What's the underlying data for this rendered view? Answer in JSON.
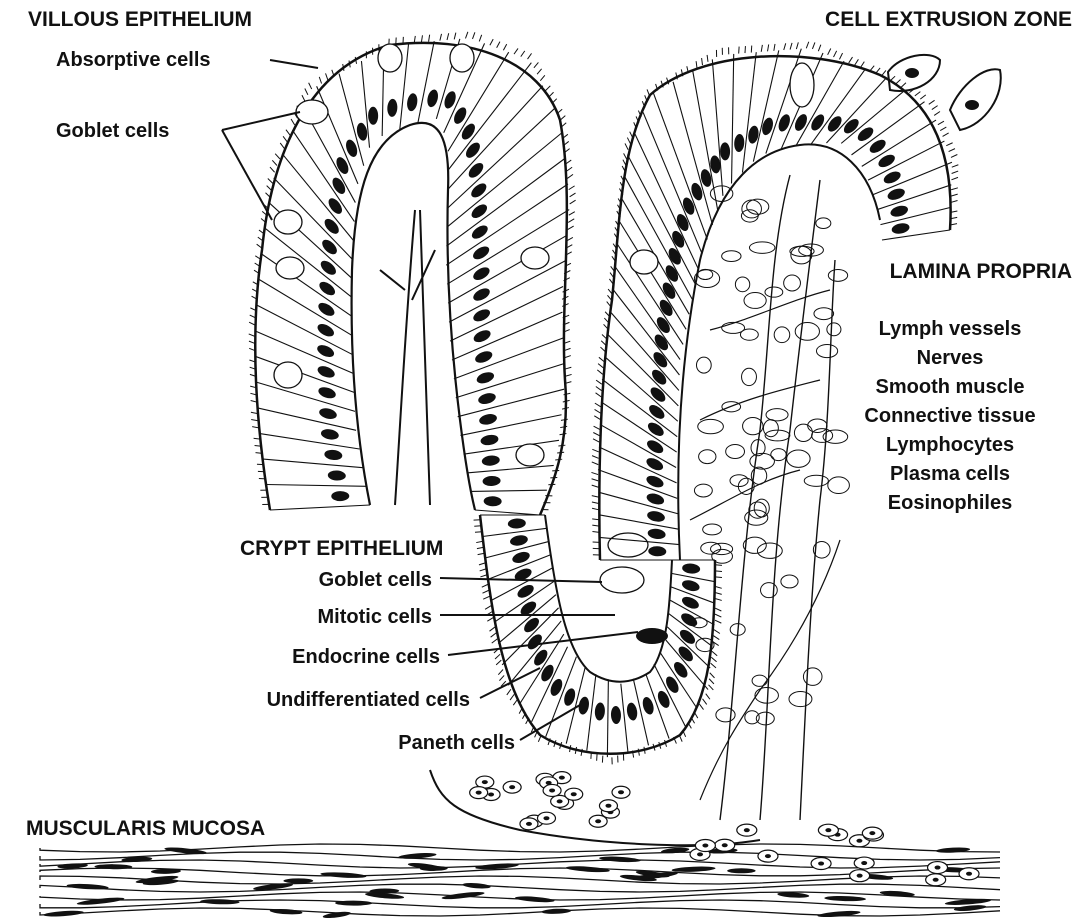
{
  "labels": {
    "villous_epithelium": "VILLOUS EPITHELIUM",
    "absorptive_cells": "Absorptive cells",
    "goblet_cells_villus": "Goblet cells",
    "cell_extrusion_zone": "CELL EXTRUSION ZONE",
    "lamina_propria": "LAMINA PROPRIA",
    "lamina_items": [
      "Lymph vessels",
      "Nerves",
      "Smooth muscle",
      "Connective tissue",
      "Lymphocytes",
      "Plasma cells",
      "Eosinophiles"
    ],
    "crypt_epithelium": "CRYPT EPITHELIUM",
    "crypt_items": [
      "Goblet cells",
      "Mitotic cells",
      "Endocrine cells",
      "Undifferentiated cells",
      "Paneth cells"
    ],
    "muscularis_mucosa": "MUSCULARIS MUCOSA"
  },
  "colors": {
    "ink": "#111111",
    "paper": "#ffffff"
  }
}
